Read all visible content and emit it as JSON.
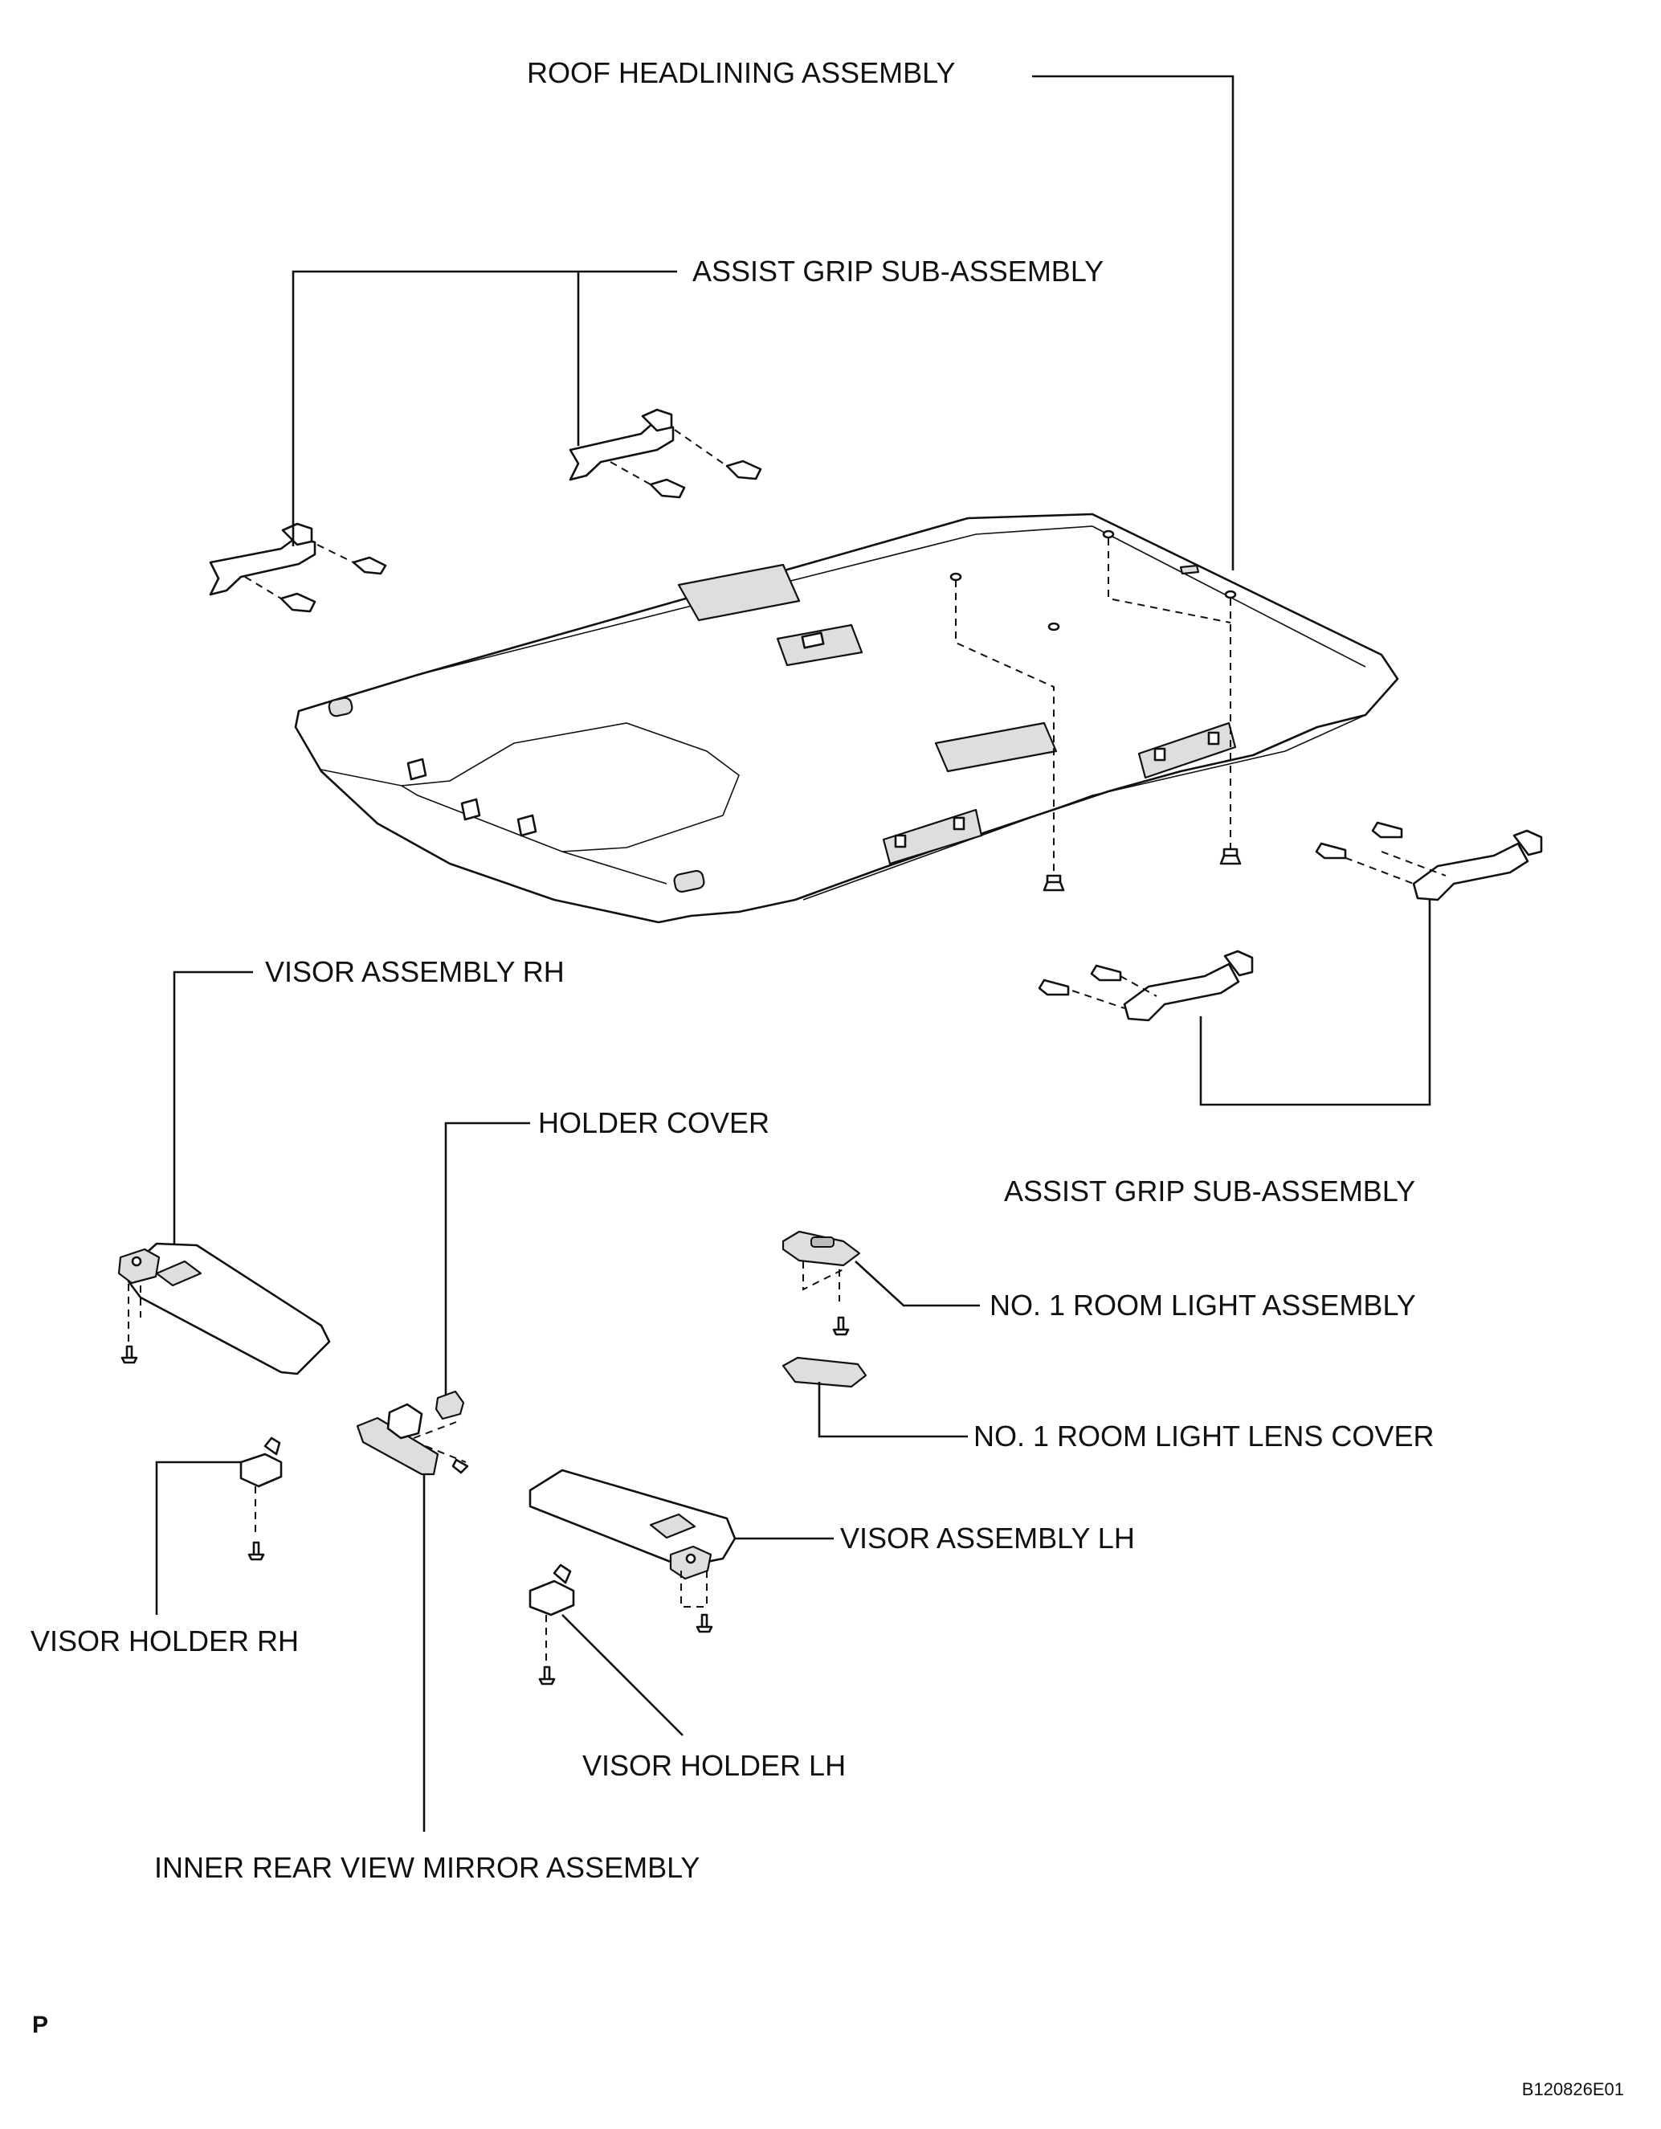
{
  "labels": {
    "roof_headlining": "ROOF HEADLINING ASSEMBLY",
    "assist_grip_top": "ASSIST GRIP SUB-ASSEMBLY",
    "visor_rh": "VISOR ASSEMBLY RH",
    "holder_cover": "HOLDER COVER",
    "assist_grip_right": "ASSIST GRIP SUB-ASSEMBLY",
    "room_light": "NO. 1 ROOM LIGHT ASSEMBLY",
    "room_light_lens": "NO. 1 ROOM LIGHT LENS COVER",
    "visor_lh": "VISOR ASSEMBLY LH",
    "visor_holder_rh": "VISOR HOLDER RH",
    "visor_holder_lh": "VISOR HOLDER LH",
    "inner_mirror": "INNER REAR VIEW MIRROR ASSEMBLY"
  },
  "corner": {
    "view_letter": "P",
    "figure_code": "B120826E01"
  }
}
